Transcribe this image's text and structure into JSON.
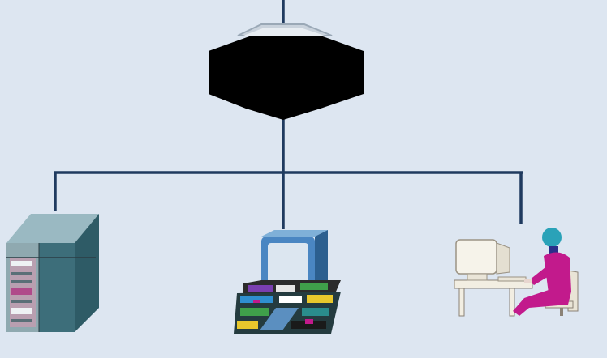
{
  "colors": {
    "background": "#dde6f1",
    "connector": "#1f3a5f",
    "hub_body": "#000000",
    "hub_top": "#c9d2dc",
    "server_dark": "#2e5b66",
    "server_light": "#9ab9c2",
    "terminal_blue": "#4a86c2",
    "person_magenta": "#c21a8c",
    "person_teal": "#2aa2b8",
    "workstation_cream": "#f2eee2"
  },
  "nodes": [
    {
      "id": "hub",
      "icon": "network-hub-icon"
    },
    {
      "id": "server",
      "icon": "server-tower-icon"
    },
    {
      "id": "terminal",
      "icon": "computer-terminal-icon"
    },
    {
      "id": "workstation",
      "icon": "user-at-workstation-icon"
    }
  ]
}
